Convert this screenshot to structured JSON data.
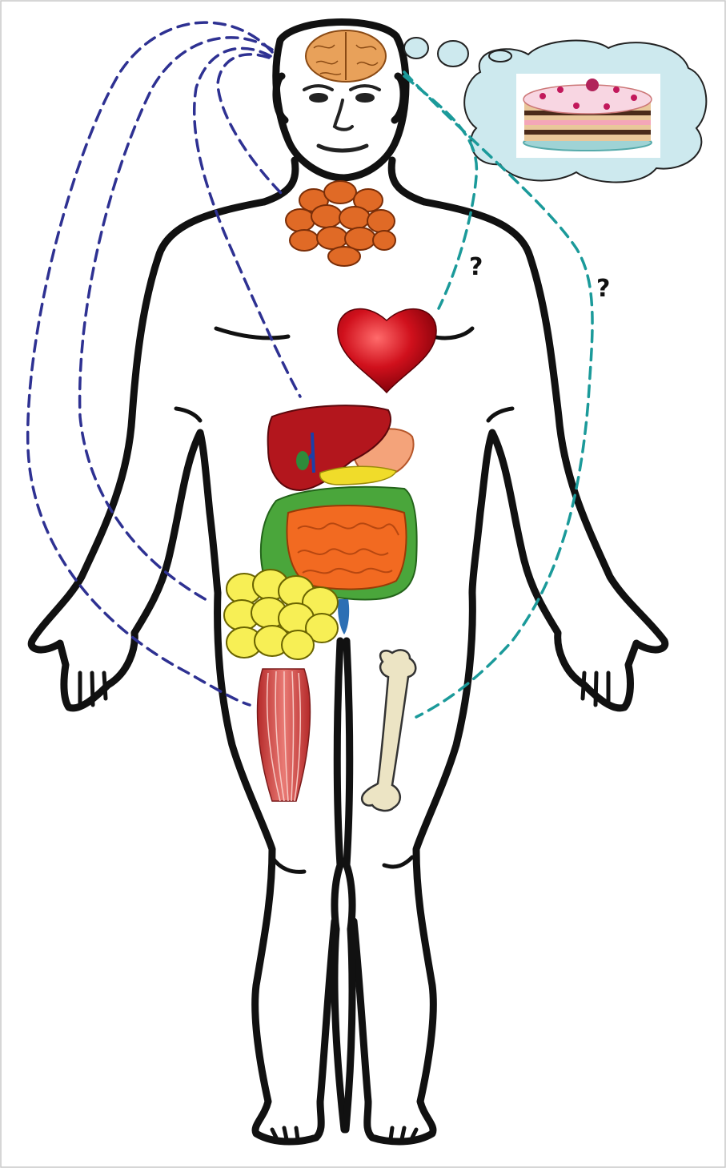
{
  "annotations": {
    "question_near_heart": "?",
    "question_outer": "?"
  },
  "colors": {
    "brain_links": "#2e3192",
    "questioned_links": "#1b9a9a",
    "outline": "#111111",
    "thought_bubble": "#cde9ee",
    "brain": "#e8a15a",
    "thyroid": "#e06a26",
    "heart": "#c0131b",
    "liver": "#b3161d",
    "colon": "#4aa63b",
    "small_intestine": "#f26a21",
    "adipose": "#f7ef55",
    "muscle": "#d94a4a",
    "bone": "#ece4c4"
  },
  "organs": [
    "brain",
    "thyroid",
    "heart",
    "liver",
    "gallbladder",
    "pancreas",
    "stomach",
    "colon",
    "small-intestine",
    "adipose-tissue",
    "muscle",
    "bone"
  ],
  "thought": "cake"
}
